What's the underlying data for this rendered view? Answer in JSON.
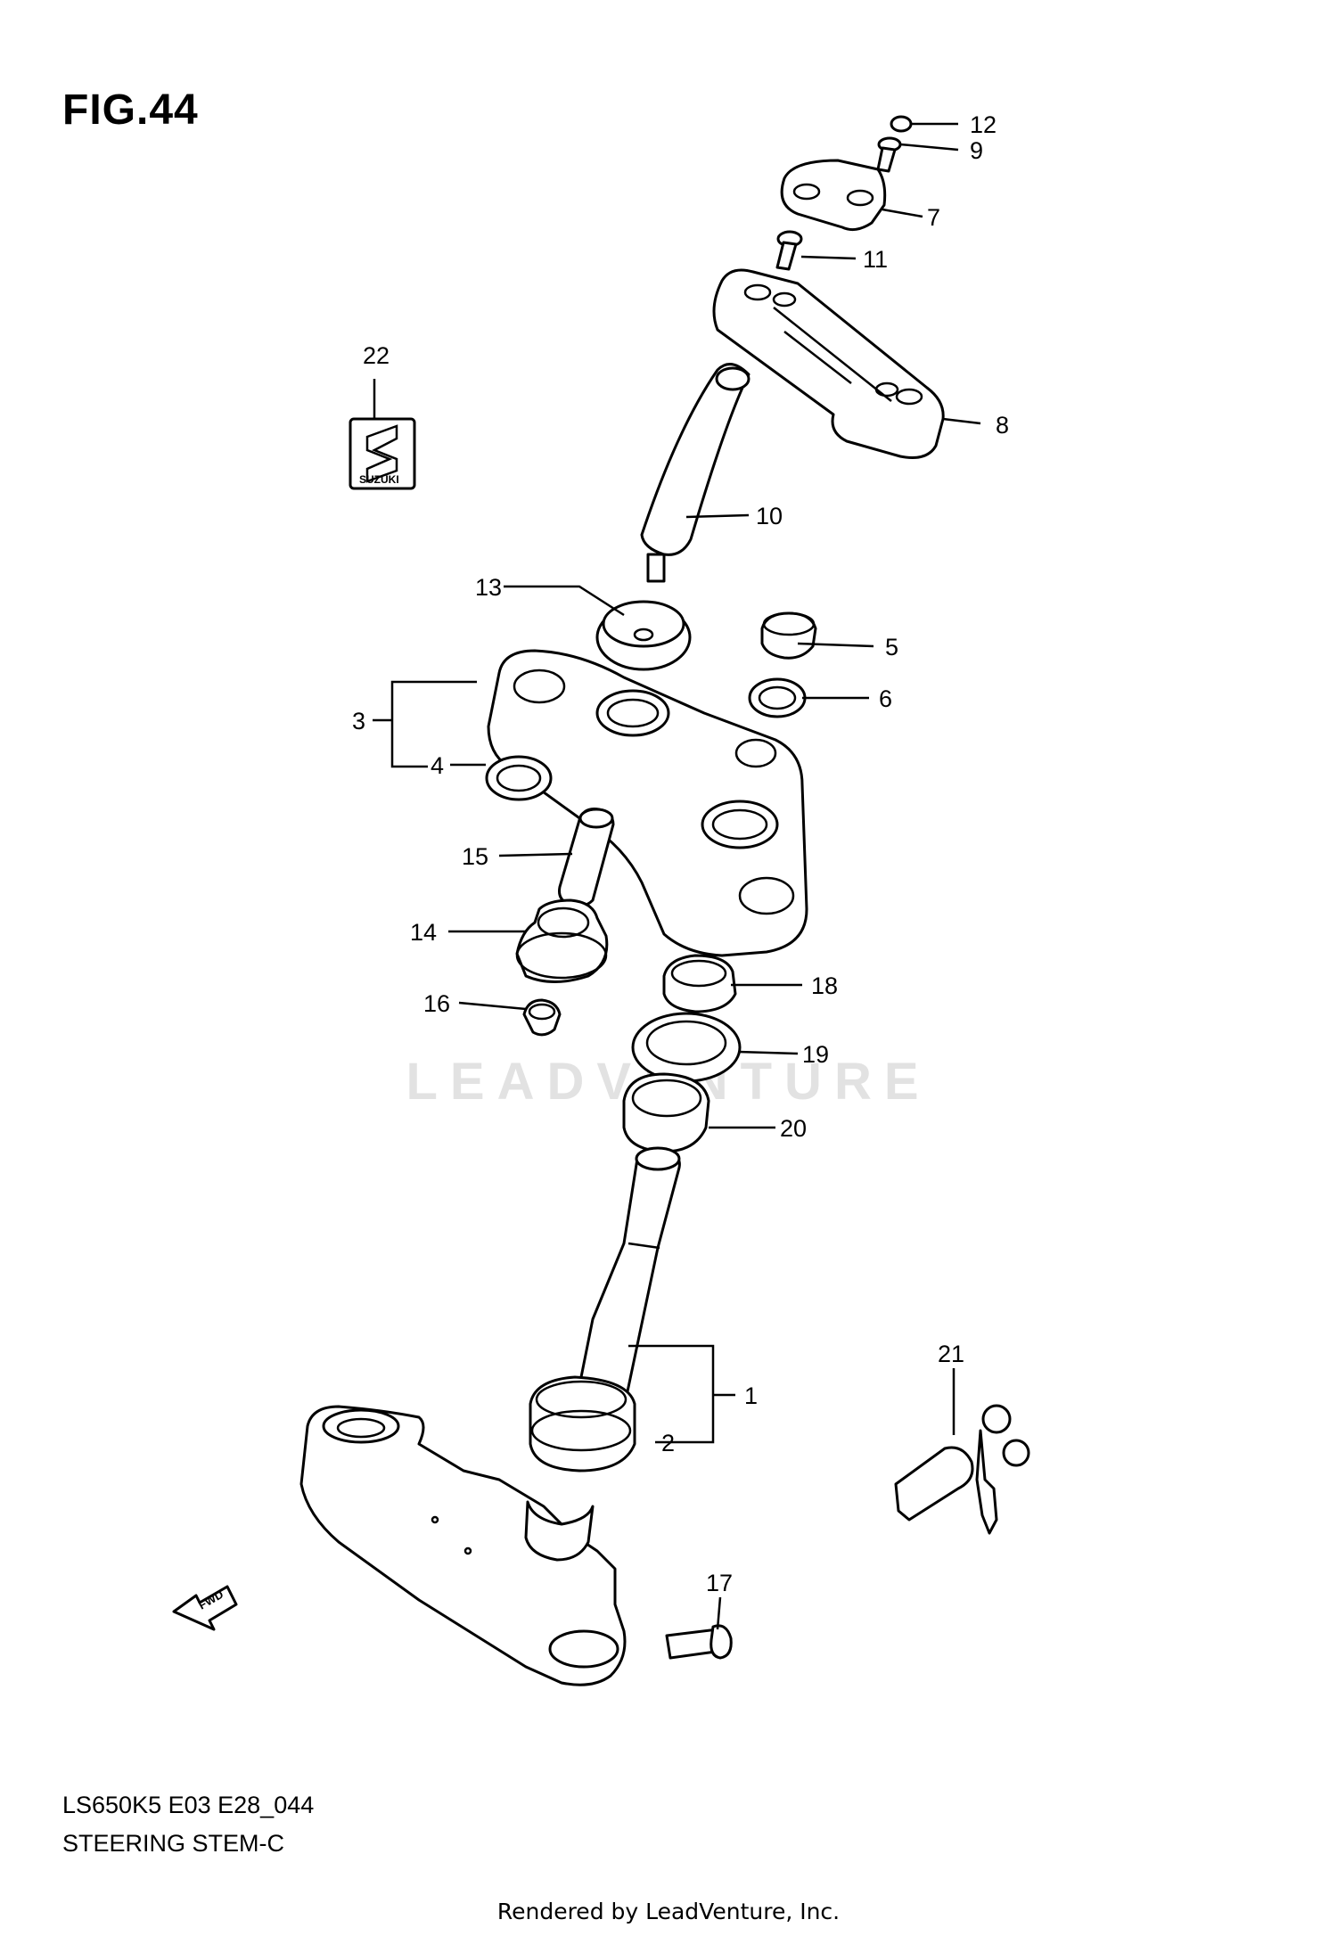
{
  "figure": {
    "title": "FIG.44",
    "code": "LS650K5 E03 E28_044",
    "subtitle": "STEERING STEM-C"
  },
  "watermark": "LEADVENTURE",
  "logo_text": "SUZUKI",
  "fwd_text": "FWD",
  "footer": "Rendered by LeadVenture, Inc.",
  "callouts": {
    "c1": "1",
    "c2": "2",
    "c3": "3",
    "c4": "4",
    "c5": "5",
    "c6": "6",
    "c7": "7",
    "c8": "8",
    "c9": "9",
    "c10": "10",
    "c11": "11",
    "c12": "12",
    "c13": "13",
    "c14": "14",
    "c15": "15",
    "c16": "16",
    "c17": "17",
    "c18": "18",
    "c19": "19",
    "c20": "20",
    "c21": "21",
    "c22": "22"
  }
}
